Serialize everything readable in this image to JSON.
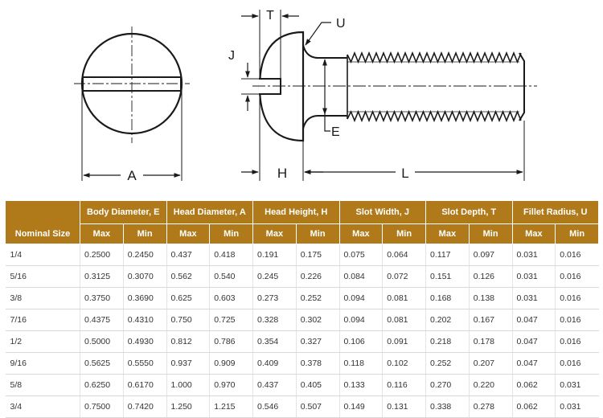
{
  "drawing": {
    "labels": {
      "head_diameter": "A",
      "slot_width": "J",
      "slot_depth": "T",
      "fillet_radius": "U",
      "body_diameter": "E",
      "head_height": "H",
      "length": "L"
    }
  },
  "table": {
    "nominal_header": "Nominal Size",
    "groups": [
      "Body Diameter, E",
      "Head Diameter, A",
      "Head Height, H",
      "Slot Width, J",
      "Slot Depth, T",
      "Fillet Radius, U"
    ],
    "subheaders": [
      "Max",
      "Min"
    ],
    "rows": [
      [
        "1/4",
        "0.2500",
        "0.2450",
        "0.437",
        "0.418",
        "0.191",
        "0.175",
        "0.075",
        "0.064",
        "0.117",
        "0.097",
        "0.031",
        "0.016"
      ],
      [
        "5/16",
        "0.3125",
        "0.3070",
        "0.562",
        "0.540",
        "0.245",
        "0.226",
        "0.084",
        "0.072",
        "0.151",
        "0.126",
        "0.031",
        "0.016"
      ],
      [
        "3/8",
        "0.3750",
        "0.3690",
        "0.625",
        "0.603",
        "0.273",
        "0.252",
        "0.094",
        "0.081",
        "0.168",
        "0.138",
        "0.031",
        "0.016"
      ],
      [
        "7/16",
        "0.4375",
        "0.4310",
        "0.750",
        "0.725",
        "0.328",
        "0.302",
        "0.094",
        "0.081",
        "0.202",
        "0.167",
        "0.047",
        "0.016"
      ],
      [
        "1/2",
        "0.5000",
        "0.4930",
        "0.812",
        "0.786",
        "0.354",
        "0.327",
        "0.106",
        "0.091",
        "0.218",
        "0.178",
        "0.047",
        "0.016"
      ],
      [
        "9/16",
        "0.5625",
        "0.5550",
        "0.937",
        "0.909",
        "0.409",
        "0.378",
        "0.118",
        "0.102",
        "0.252",
        "0.207",
        "0.047",
        "0.016"
      ],
      [
        "5/8",
        "0.6250",
        "0.6170",
        "1.000",
        "0.970",
        "0.437",
        "0.405",
        "0.133",
        "0.116",
        "0.270",
        "0.220",
        "0.062",
        "0.031"
      ],
      [
        "3/4",
        "0.7500",
        "0.7420",
        "1.250",
        "1.215",
        "0.546",
        "0.507",
        "0.149",
        "0.131",
        "0.338",
        "0.278",
        "0.062",
        "0.031"
      ]
    ]
  }
}
